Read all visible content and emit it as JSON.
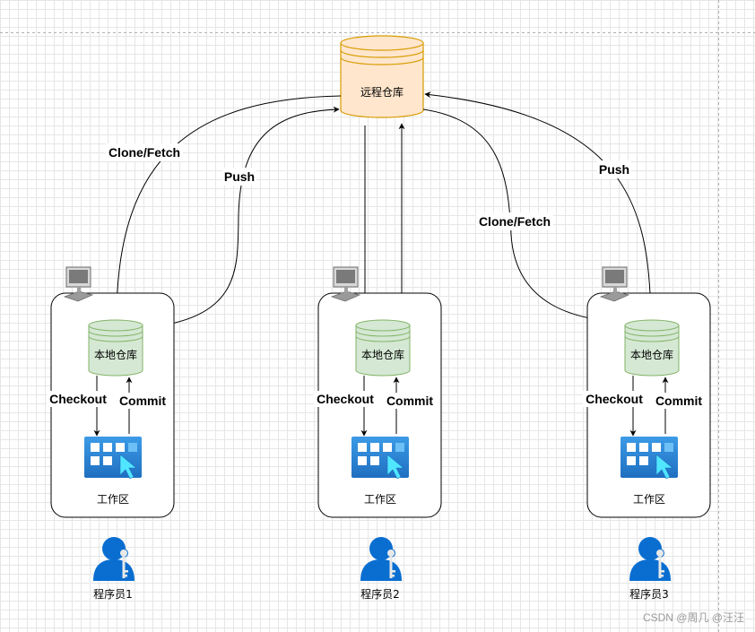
{
  "remote_repo": {
    "label": "远程仓库"
  },
  "edge_labels": {
    "clone_fetch": "Clone/Fetch",
    "push": "Push",
    "checkout": "Checkout",
    "commit": "Commit"
  },
  "developers": [
    {
      "local_repo": "本地仓库",
      "workspace": "工作区",
      "name": "程序员1"
    },
    {
      "local_repo": "本地仓库",
      "workspace": "工作区",
      "name": "程序员2"
    },
    {
      "local_repo": "本地仓库",
      "workspace": "工作区",
      "name": "程序员3"
    }
  ],
  "watermark": {
    "text": "CSDN @周几 @汪汪"
  },
  "colors": {
    "remote_fill": "#ffe6cc",
    "remote_stroke": "#d79b00",
    "local_fill": "#d5e8d4",
    "local_stroke": "#82b366",
    "workspace_blue": "#2b88d8",
    "person_blue": "#0a6ed1"
  },
  "icons": [
    "computer-icon",
    "workspace-app-icon",
    "developer-person-icon",
    "key-icon"
  ]
}
